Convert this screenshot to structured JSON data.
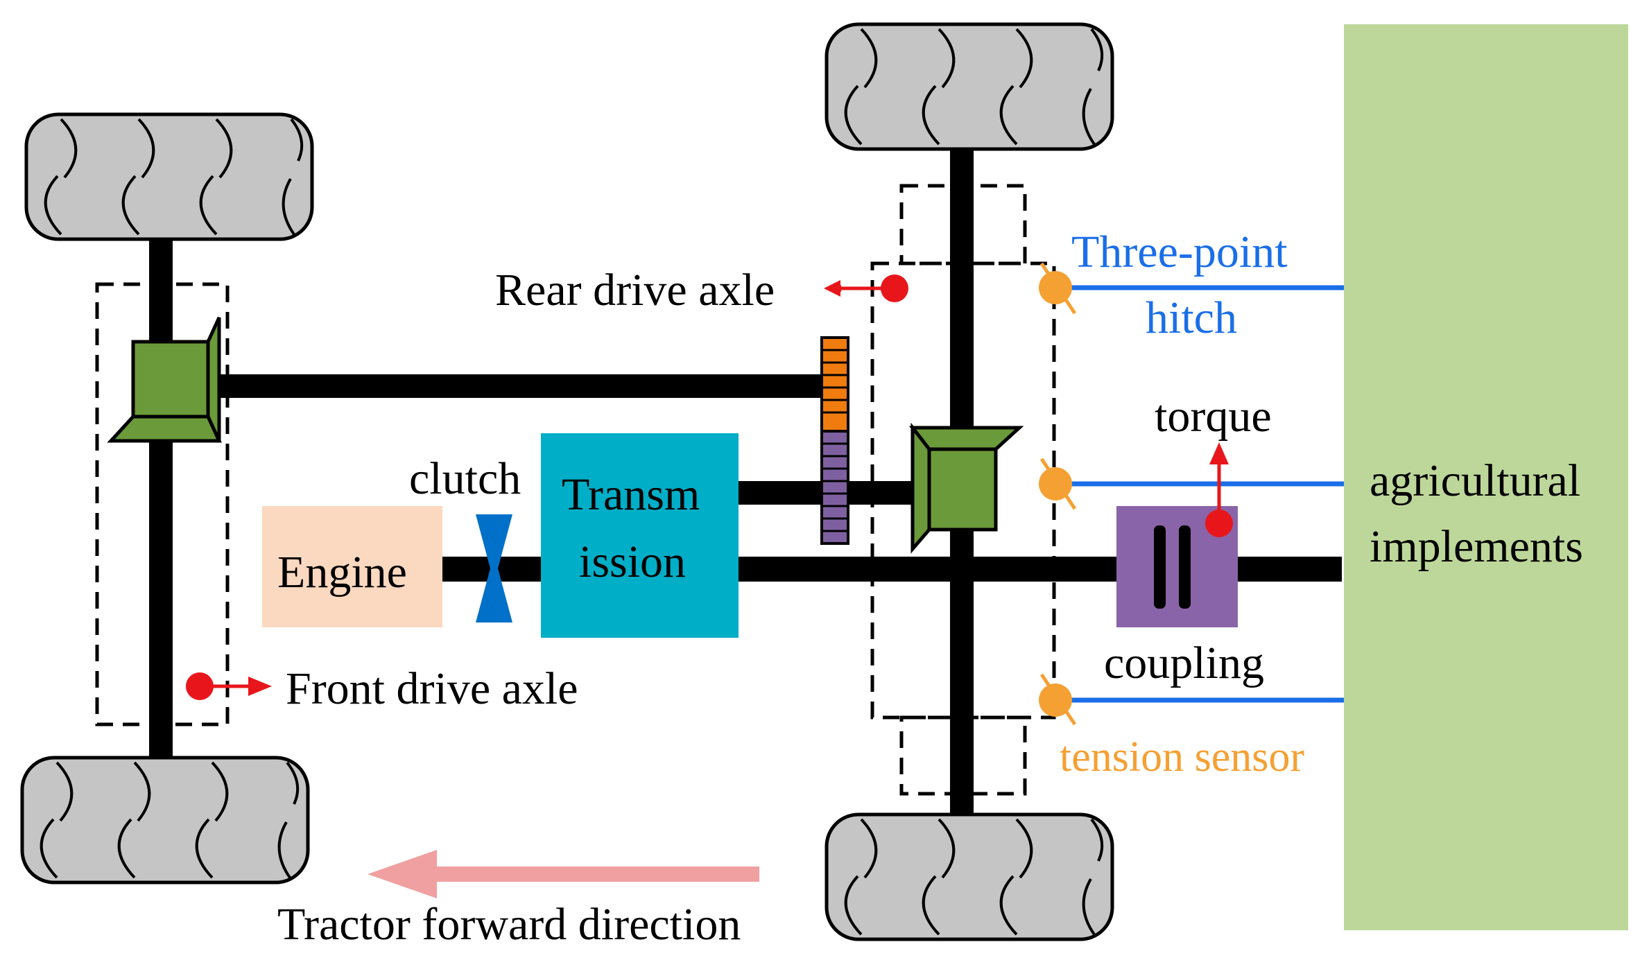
{
  "labels": {
    "rear_drive_axle": "Rear drive axle",
    "front_drive_axle": "Front drive axle",
    "three_point_line1": "Three-point",
    "three_point_line2": "hitch",
    "torque": "torque",
    "clutch": "clutch",
    "transmission_line1": "Transm",
    "transmission_line2": "ission",
    "engine": "Engine",
    "coupling": "coupling",
    "tension_sensor": "tension sensor",
    "agri_line1": "agricultural",
    "agri_line2": "implements",
    "forward_direction": "Tractor forward direction"
  },
  "colors": {
    "wheel_fill": "#c5c5c5",
    "shaft": "#000000",
    "differential": "#6b9a3a",
    "transmission": "#00aec7",
    "engine": "#fbd8c0",
    "clutch": "#0070c8",
    "gear_upper": "#f07c10",
    "gear_lower": "#7e60a0",
    "coupling": "#8a64a8",
    "implement_panel": "#bdd79a",
    "sensor": "#f5a033",
    "sensor_line": "#1a6ee8",
    "red_marker": "#e8161b",
    "forward_arrow": "#f0a0a0"
  },
  "icons": {
    "wheel": "tire-tread-icon",
    "sensor": "tension-sensor-icon",
    "marker": "red-dot-arrow-icon"
  }
}
